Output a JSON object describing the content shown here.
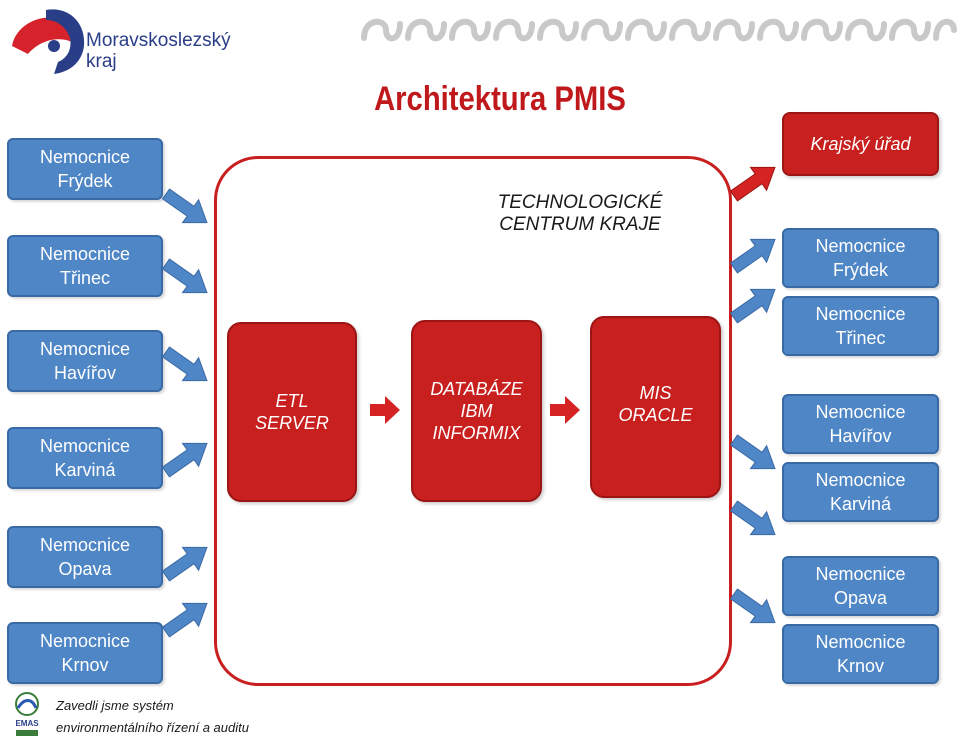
{
  "header": {
    "logo_name_line1": "Moravskoslezský",
    "logo_name_line2": "kraj"
  },
  "title": "Architektura PMIS",
  "center": {
    "label_line1": "TECHNOLOGICKÉ",
    "label_line2": "CENTRUM KRAJE",
    "components": [
      {
        "line1": "ETL",
        "line2": "SERVER",
        "line3": ""
      },
      {
        "line1": "DATABÁZE",
        "line2": "IBM",
        "line3": "INFORMIX"
      },
      {
        "line1": "MIS",
        "line2": "ORACLE",
        "line3": ""
      }
    ]
  },
  "left_hospitals": [
    {
      "line1": "Nemocnice",
      "line2": "Frýdek"
    },
    {
      "line1": "Nemocnice",
      "line2": "Třinec"
    },
    {
      "line1": "Nemocnice",
      "line2": "Havířov"
    },
    {
      "line1": "Nemocnice",
      "line2": "Karviná"
    },
    {
      "line1": "Nemocnice",
      "line2": "Opava"
    },
    {
      "line1": "Nemocnice",
      "line2": "Krnov"
    }
  ],
  "right_top": "Krajský úřad",
  "right_hospitals": [
    {
      "line1": "Nemocnice",
      "line2": "Frýdek"
    },
    {
      "line1": "Nemocnice",
      "line2": "Třinec"
    },
    {
      "line1": "Nemocnice",
      "line2": "Havířov"
    },
    {
      "line1": "Nemocnice",
      "line2": "Karviná"
    },
    {
      "line1": "Nemocnice",
      "line2": "Opava"
    },
    {
      "line1": "Nemocnice",
      "line2": "Krnov"
    }
  ],
  "footer": {
    "line1": "Zavedli jsme systém",
    "line2": "environmentálního řízení a auditu",
    "emas_label": "EMAS"
  },
  "colors": {
    "accent_red": "#c8201f",
    "box_blue": "#4f86c6",
    "logo_blue": "#2a3d87"
  }
}
